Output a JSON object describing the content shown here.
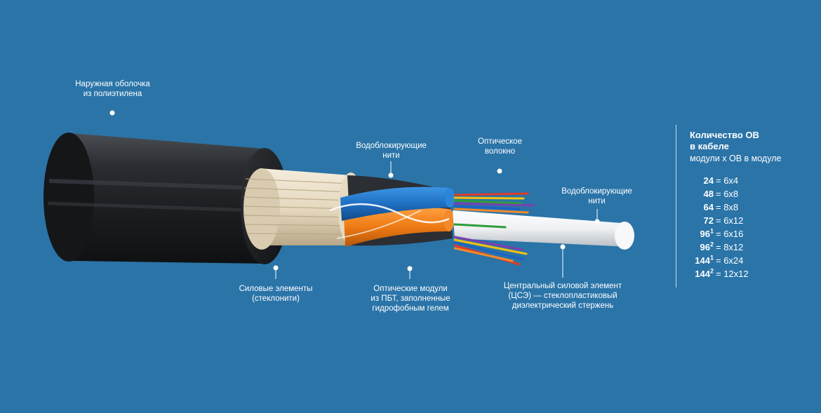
{
  "labels": {
    "outer_sheath": [
      "Наружная оболочка",
      "из полиэтилена"
    ],
    "water_block_1": [
      "Водоблокирующие",
      "нити"
    ],
    "optical_fiber": [
      "Оптическое",
      "волокно"
    ],
    "water_block_2": [
      "Водоблокирующие",
      "нити"
    ],
    "strength_members": [
      "Силовые элементы",
      "(стеклонити)"
    ],
    "optical_modules": [
      "Оптические модули",
      "из ПБТ, заполненные",
      "гидрофобным гелем"
    ],
    "central_member": [
      "Центральный силовой элемент",
      "(ЦСЭ) — стеклопластиковый",
      "диэлектрический стержень"
    ]
  },
  "panel": {
    "title_line1": "Количество ОВ",
    "title_line2": "в кабеле",
    "subtitle": "модули х ОВ в модуле",
    "rows": [
      {
        "count": "24",
        "sup": "",
        "value": "= 6х4"
      },
      {
        "count": "48",
        "sup": "",
        "value": "= 6х8"
      },
      {
        "count": "64",
        "sup": "",
        "value": "= 8х8"
      },
      {
        "count": "72",
        "sup": "",
        "value": "= 6х12"
      },
      {
        "count": "96",
        "sup": "1",
        "value": "= 6х16"
      },
      {
        "count": "96",
        "sup": "2",
        "value": "= 8х12"
      },
      {
        "count": "144",
        "sup": "1",
        "value": "= 6х24"
      },
      {
        "count": "144",
        "sup": "2",
        "value": "= 12х12"
      }
    ]
  },
  "colors": {
    "background": "#2a74a8",
    "sheath": "#1f2226",
    "strength_yarn": "#e8dcc4",
    "module_blue": "#1f74c9",
    "module_orange": "#ef7d16",
    "central_rod": "#f1f3f4"
  }
}
